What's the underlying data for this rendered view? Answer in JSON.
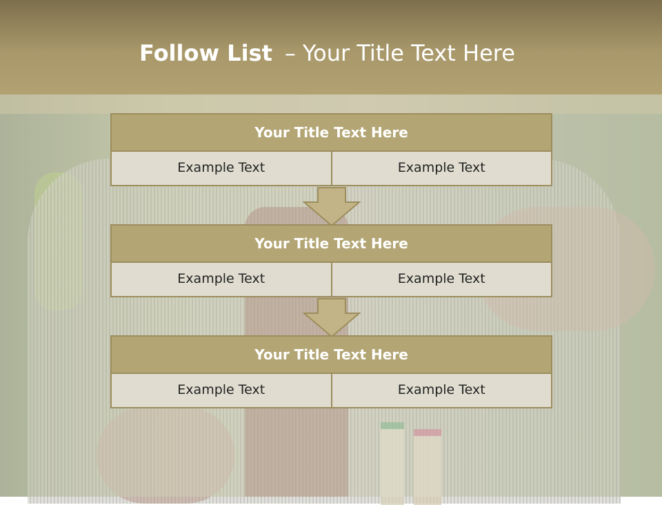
{
  "header": {
    "title_bold": "Follow List",
    "title_separator": "–",
    "title_rest": "Your Title Text Here"
  },
  "steps": [
    {
      "title": "Your Title Text Here",
      "left": "Example Text",
      "right": "Example Text"
    },
    {
      "title": "Your Title Text Here",
      "left": "Example Text",
      "right": "Example Text"
    },
    {
      "title": "Your Title Text Here",
      "left": "Example Text",
      "right": "Example Text"
    }
  ],
  "colors": {
    "header": "#a8986a",
    "box_title": "#b3a574",
    "box_border": "#9c8d5d",
    "cell_fill": "#e0ddd0",
    "arrow_fill": "#c2b486"
  }
}
